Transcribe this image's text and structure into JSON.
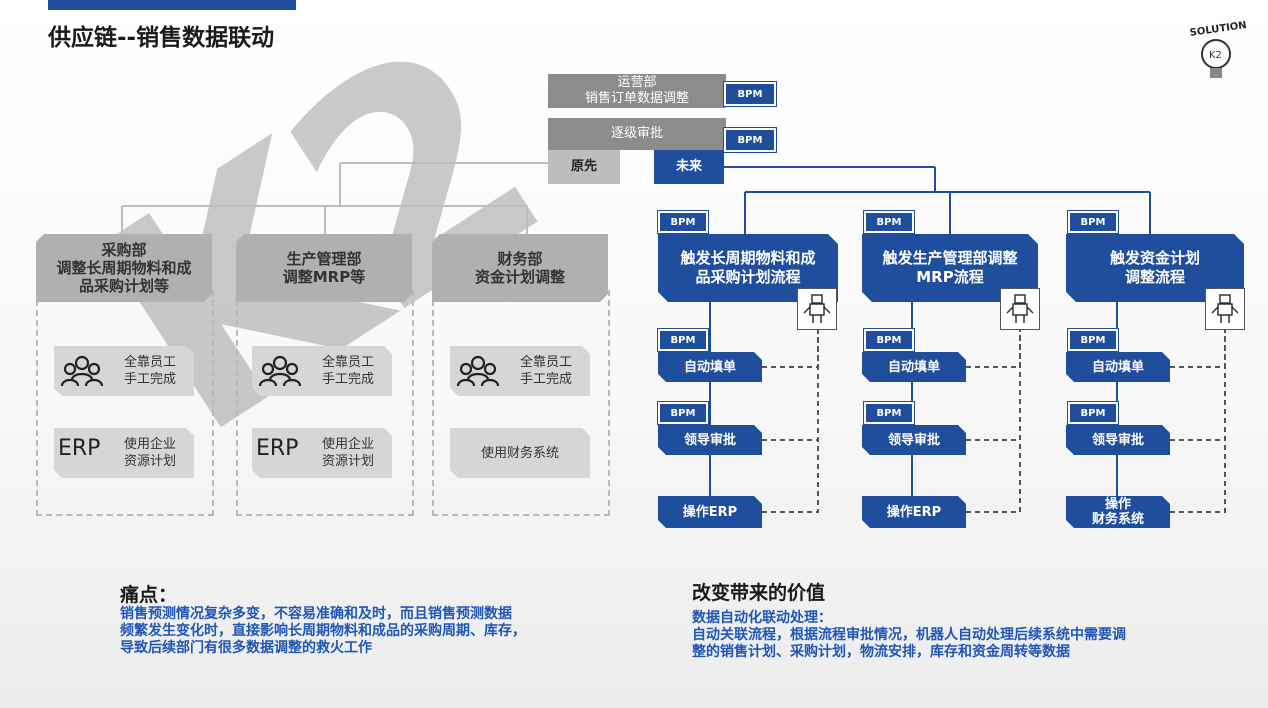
{
  "header": {
    "title": "供应链--销售数据联动",
    "logo_text": "SOLUTION",
    "logo_sub": "K2"
  },
  "watermark": "K2",
  "top": {
    "ops": [
      "运营部",
      "销售订单数据调整"
    ],
    "approve": "逐级审批",
    "before": "原先",
    "future": "未来",
    "bpm": "BPM"
  },
  "old_depts": [
    {
      "name": [
        "采购部",
        "调整长周期物料和成",
        "品采购计划等"
      ],
      "manual": [
        "全靠员工",
        "手工完成"
      ],
      "erp_label": "ERP",
      "system": [
        "使用企业",
        "资源计划"
      ]
    },
    {
      "name": [
        "生产管理部",
        "调整MRP等"
      ],
      "manual": [
        "全靠员工",
        "手工完成"
      ],
      "erp_label": "ERP",
      "system": [
        "使用企业",
        "资源计划"
      ]
    },
    {
      "name": [
        "财务部",
        "资金计划调整"
      ],
      "manual": [
        "全靠员工",
        "手工完成"
      ],
      "erp_label": "",
      "system": [
        "使用财务系统"
      ]
    }
  ],
  "new_flows": [
    {
      "title": [
        "触发长周期物料和成",
        "品采购计划流程"
      ],
      "step1": "自动填单",
      "step2": "领导审批",
      "step3": [
        "操作ERP"
      ]
    },
    {
      "title": [
        "触发生产管理部调整",
        "MRP流程"
      ],
      "step1": "自动填单",
      "step2": "领导审批",
      "step3": [
        "操作ERP"
      ]
    },
    {
      "title": [
        "触发资金计划",
        "调整流程"
      ],
      "step1": "自动填单",
      "step2": "领导审批",
      "step3": [
        "操作",
        "财务系统"
      ]
    }
  ],
  "pain": {
    "title": "痛点：",
    "lines": [
      "销售预测情况复杂多变，不容易准确和及时，而且销售预测数据",
      "频繁发生变化时，直接影响长周期物料和成品的采购周期、库存，",
      "导致后续部门有很多数据调整的救火工作"
    ]
  },
  "value": {
    "title": "改变带来的价值",
    "lines": [
      "数据自动化联动处理：",
      "自动关联流程，根据流程审批情况，机器人自动处理后续系统中需要调",
      "整的销售计划、采购计划，物流安排，库存和资金周转等数据"
    ]
  },
  "colors": {
    "blue": "#1f4e9c",
    "gray": "#8c8c8c",
    "text_blue": "#1f56b8"
  }
}
